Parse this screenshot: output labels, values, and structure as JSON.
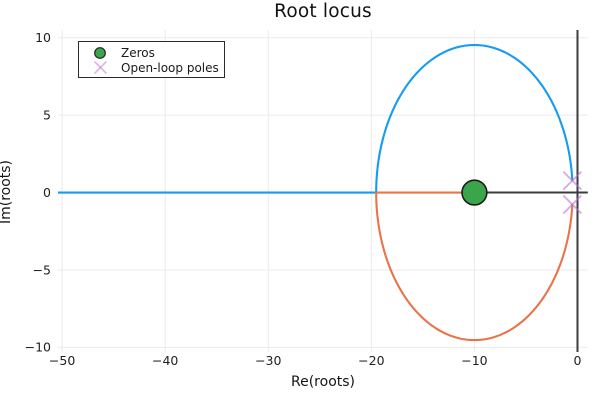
{
  "title": "Root locus",
  "axes": {
    "xlabel": "Re(roots)",
    "ylabel": "Im(roots)"
  },
  "legend": {
    "items": [
      {
        "label": "Zeros",
        "marker": "circle-icon"
      },
      {
        "label": "Open-loop poles",
        "marker": "x-icon"
      }
    ]
  },
  "colors": {
    "branch1": "#159bf3",
    "branch2": "#e8744b",
    "zeros_fill": "#3aa54a",
    "zeros_stroke": "#1c1c1c",
    "poles_stroke": "#bf6cd0",
    "axis_line": "#3a3c3e",
    "grid": "#ebebeb",
    "text": "#1f1f1f"
  },
  "chart_data": {
    "type": "line",
    "title": "Root locus",
    "xlabel": "Re(roots)",
    "ylabel": "Im(roots)",
    "xlim": [
      -50.4,
      1.0
    ],
    "ylim": [
      -10.3,
      10.5
    ],
    "xticks": [
      -50,
      -40,
      -30,
      -20,
      -10,
      0
    ],
    "yticks": [
      -10,
      -5,
      0,
      5,
      10
    ],
    "grid": true,
    "legend_position": "top-left",
    "zeros": [
      {
        "re": -10,
        "im": 0
      }
    ],
    "open_loop_poles": [
      {
        "re": -0.5,
        "im": 0.77
      },
      {
        "re": -0.5,
        "im": -0.77
      }
    ],
    "locus": {
      "circle": {
        "center": [
          -10,
          0
        ],
        "radius": 9.53
      },
      "breakaway_real": -19.53,
      "branches": [
        {
          "name": "upper",
          "color_key": "branch1",
          "path": "pole -0.5+0.77j -> upper semicircle -> breakaway -19.53 -> real axis to -50.4"
        },
        {
          "name": "lower",
          "color_key": "branch2",
          "path": "pole -0.5-0.77j -> lower semicircle -> breakaway -19.53 -> real axis to zero -10"
        }
      ]
    },
    "zero_axes": {
      "vertical_at_re": 0,
      "horizontal_at_im": 0
    }
  }
}
